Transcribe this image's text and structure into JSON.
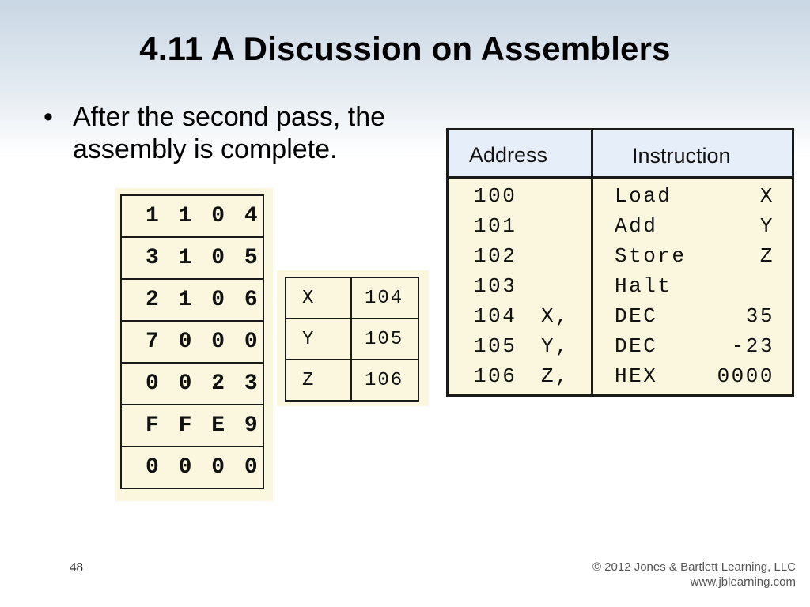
{
  "slide": {
    "title": "4.11 A Discussion on Assemblers",
    "bullet_marker": "•",
    "bullet_text": "After the second pass, the assembly is complete.",
    "page_number": "48",
    "copyright_line1": "© 2012 Jones & Bartlett Learning, LLC",
    "copyright_line2": "www.jblearning.com"
  },
  "machine_code": [
    "1104",
    "3105",
    "2106",
    "7000",
    "0023",
    "FFE9",
    "0000"
  ],
  "machine_code_display": [
    "1 1 0 4",
    "3 1 0 5",
    "2 1 0 6",
    "7 0 0 0",
    "0 0 2 3",
    "F F E 9",
    "0 0 0 0"
  ],
  "symbol_table": [
    {
      "symbol": "X",
      "address": "104"
    },
    {
      "symbol": "Y",
      "address": "105"
    },
    {
      "symbol": "Z",
      "address": "106"
    }
  ],
  "program": {
    "header_address": "Address",
    "header_instruction": "Instruction",
    "rows": [
      {
        "address": "100",
        "label": "",
        "opcode": "Load",
        "operand": "X"
      },
      {
        "address": "101",
        "label": "",
        "opcode": "Add",
        "operand": "Y"
      },
      {
        "address": "102",
        "label": "",
        "opcode": "Store",
        "operand": "Z"
      },
      {
        "address": "103",
        "label": "",
        "opcode": "Halt",
        "operand": ""
      },
      {
        "address": "104",
        "label": "X,",
        "opcode": "DEC",
        "operand": "35"
      },
      {
        "address": "105",
        "label": "Y,",
        "opcode": "DEC",
        "operand": "-23"
      },
      {
        "address": "106",
        "label": "Z,",
        "opcode": "HEX",
        "operand": "0000"
      }
    ]
  }
}
